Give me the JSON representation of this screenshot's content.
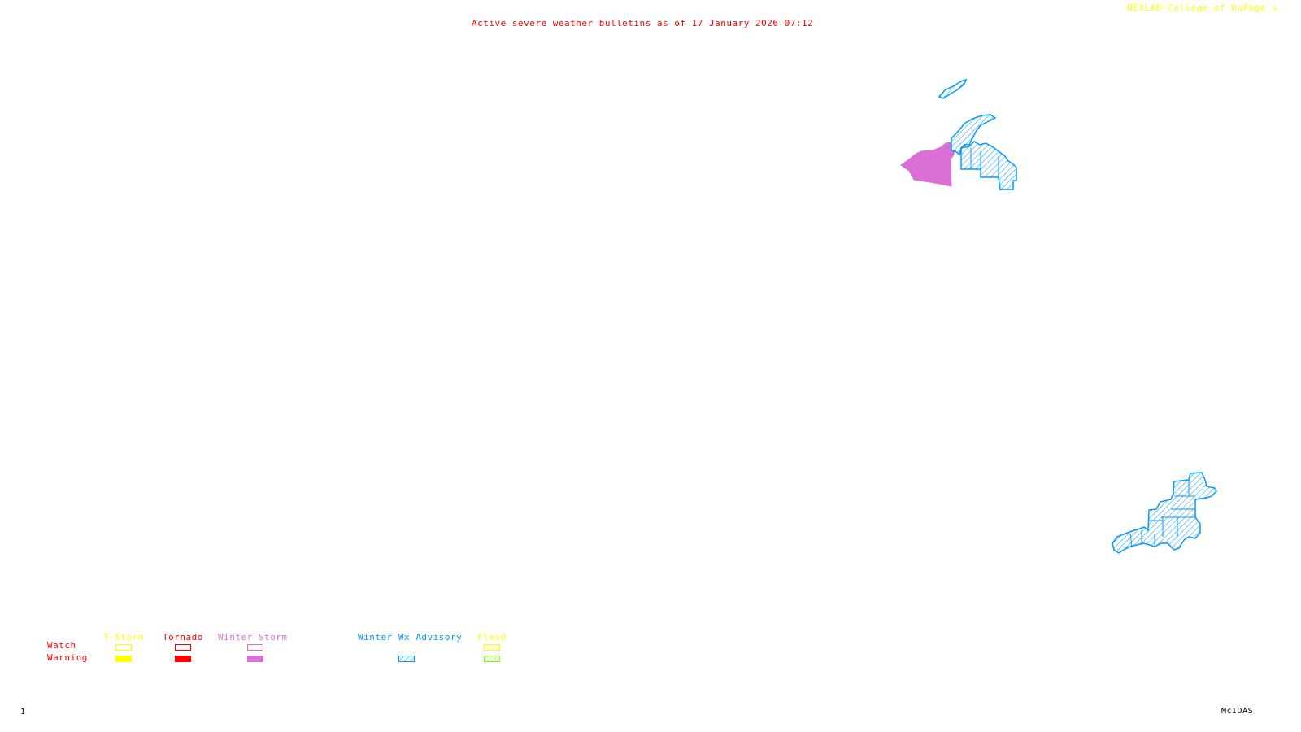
{
  "header": {
    "title": "Active severe weather bulletins as of 17 January 2026 07:12",
    "credit": "NEXLAB-College of DuPage",
    "credit_icon": "corner-arrow-icon"
  },
  "footer": {
    "frame_number": "1",
    "software": "McIDAS"
  },
  "colors": {
    "tstorm": "#ffff00",
    "tornado": "#ff0000",
    "winter_storm": "#da70d6",
    "winter_wx_advisory": "#0099ff",
    "flood_watch": "#ffff00",
    "flood_warning": "#7fff00",
    "title": "#ff0000",
    "credit": "#ffff00"
  },
  "legend": {
    "row_labels": {
      "watch": "Watch",
      "warning": "Warning"
    },
    "categories": [
      {
        "key": "tstorm",
        "label": "T-Storm",
        "watch_style": "outline",
        "warning_style": "solid"
      },
      {
        "key": "tornado",
        "label": "Tornado",
        "watch_style": "outline",
        "warning_style": "solid"
      },
      {
        "key": "winter_storm",
        "label": "Winter Storm",
        "watch_style": "outline",
        "warning_style": "solid"
      },
      {
        "key": "winter_wx_advisory",
        "label": "Winter Wx Advisory",
        "watch_style": "none",
        "warning_style": "hatch"
      },
      {
        "key": "flood",
        "label": "Flood",
        "watch_style": "hatch",
        "warning_style": "hatch"
      }
    ]
  },
  "map": {
    "regions": [
      {
        "name": "isle-royale-advisory",
        "type": "winter_wx_advisory"
      },
      {
        "name": "upper-michigan-keweenaw-advisory",
        "type": "winter_wx_advisory"
      },
      {
        "name": "upper-michigan-central-advisory",
        "type": "winter_wx_advisory"
      },
      {
        "name": "northern-wisconsin-winter-storm-warning",
        "type": "winter_storm_warning"
      },
      {
        "name": "appalachian-advisory",
        "type": "winter_wx_advisory"
      }
    ]
  }
}
